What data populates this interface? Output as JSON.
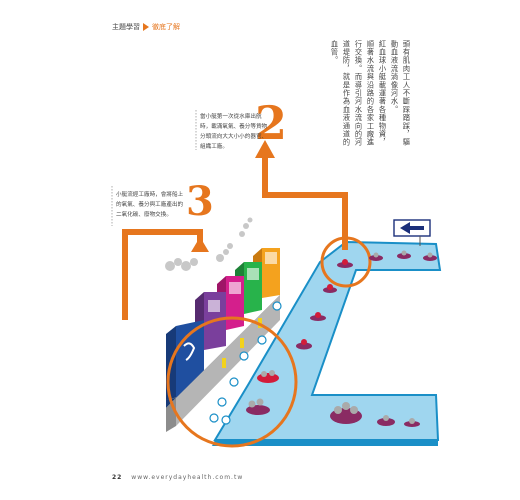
{
  "header": {
    "column": "主題學習",
    "section": "徹底了解"
  },
  "intro_text": [
    "頭有肌肉工人不斷踩踏踩，驅",
    "動血液流淌像河水。",
    "紅血球小艇載運著各種物資，",
    "順著水流與沿路的各家工廠進",
    "行交換。而導引河水流向的河",
    "道堤防，就是作為血液通道的",
    "血管。"
  ],
  "steps": [
    {
      "number": "2",
      "caption": [
        "當小艇第一次從水庫出航",
        "時，載滿氧氣、養分等貨物",
        "分頭流向大大小小的器官、",
        "組織工廠。"
      ]
    },
    {
      "number": "3",
      "caption": [
        "小艇流經工廠時，會將船上",
        "的氧氣、養分與工廠產出的",
        "二氧化碳、廢物交換。"
      ]
    }
  ],
  "footer": {
    "page_number": "22",
    "url": "www.everydayhealth.com.tw"
  },
  "colors": {
    "accent": "#e6761e",
    "water": "#9fd6ef",
    "water_edge": "#1a8fc7",
    "boat": "#d21c3a",
    "boat_shadow": "#8a2b63"
  }
}
